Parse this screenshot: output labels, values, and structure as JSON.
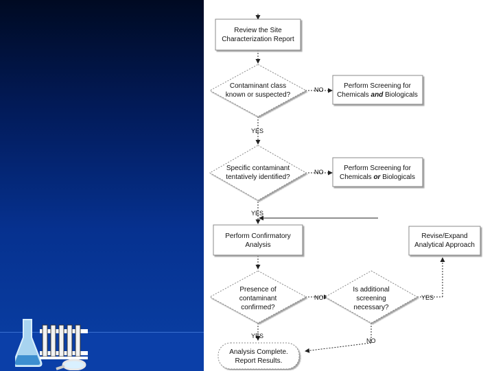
{
  "flowchart": {
    "review_report": [
      "Review the Site",
      "Characterization Report"
    ],
    "decision_class_known": [
      "Contaminant class",
      "known or suspected?"
    ],
    "screen_and": [
      "Perform Screening for",
      "Chemicals ",
      "and",
      " Biologicals"
    ],
    "decision_specific": [
      "Specific contaminant",
      "tentatively identified?"
    ],
    "screen_or": [
      "Perform Screening for",
      "Chemicals ",
      "or",
      " Biologicals"
    ],
    "confirmatory": [
      "Perform Confirmatory",
      "Analysis"
    ],
    "revise_expand": [
      "Revise/Expand",
      "Analytical Approach"
    ],
    "decision_confirmed": [
      "Presence of",
      "contaminant",
      "confirmed?"
    ],
    "decision_additional": [
      "Is additional",
      "screening",
      "necessary?"
    ],
    "analysis_complete": [
      "Analysis Complete.",
      "Report Results."
    ],
    "labels": {
      "no": "NO",
      "yes": "YES"
    }
  },
  "colors": {
    "background_dark": "#000a22",
    "background_mid": "#06318f",
    "band": "#0b3fa8"
  },
  "icons": [
    "flask-icon",
    "test-tube-rack-icon",
    "magnifying-glass-icon"
  ]
}
